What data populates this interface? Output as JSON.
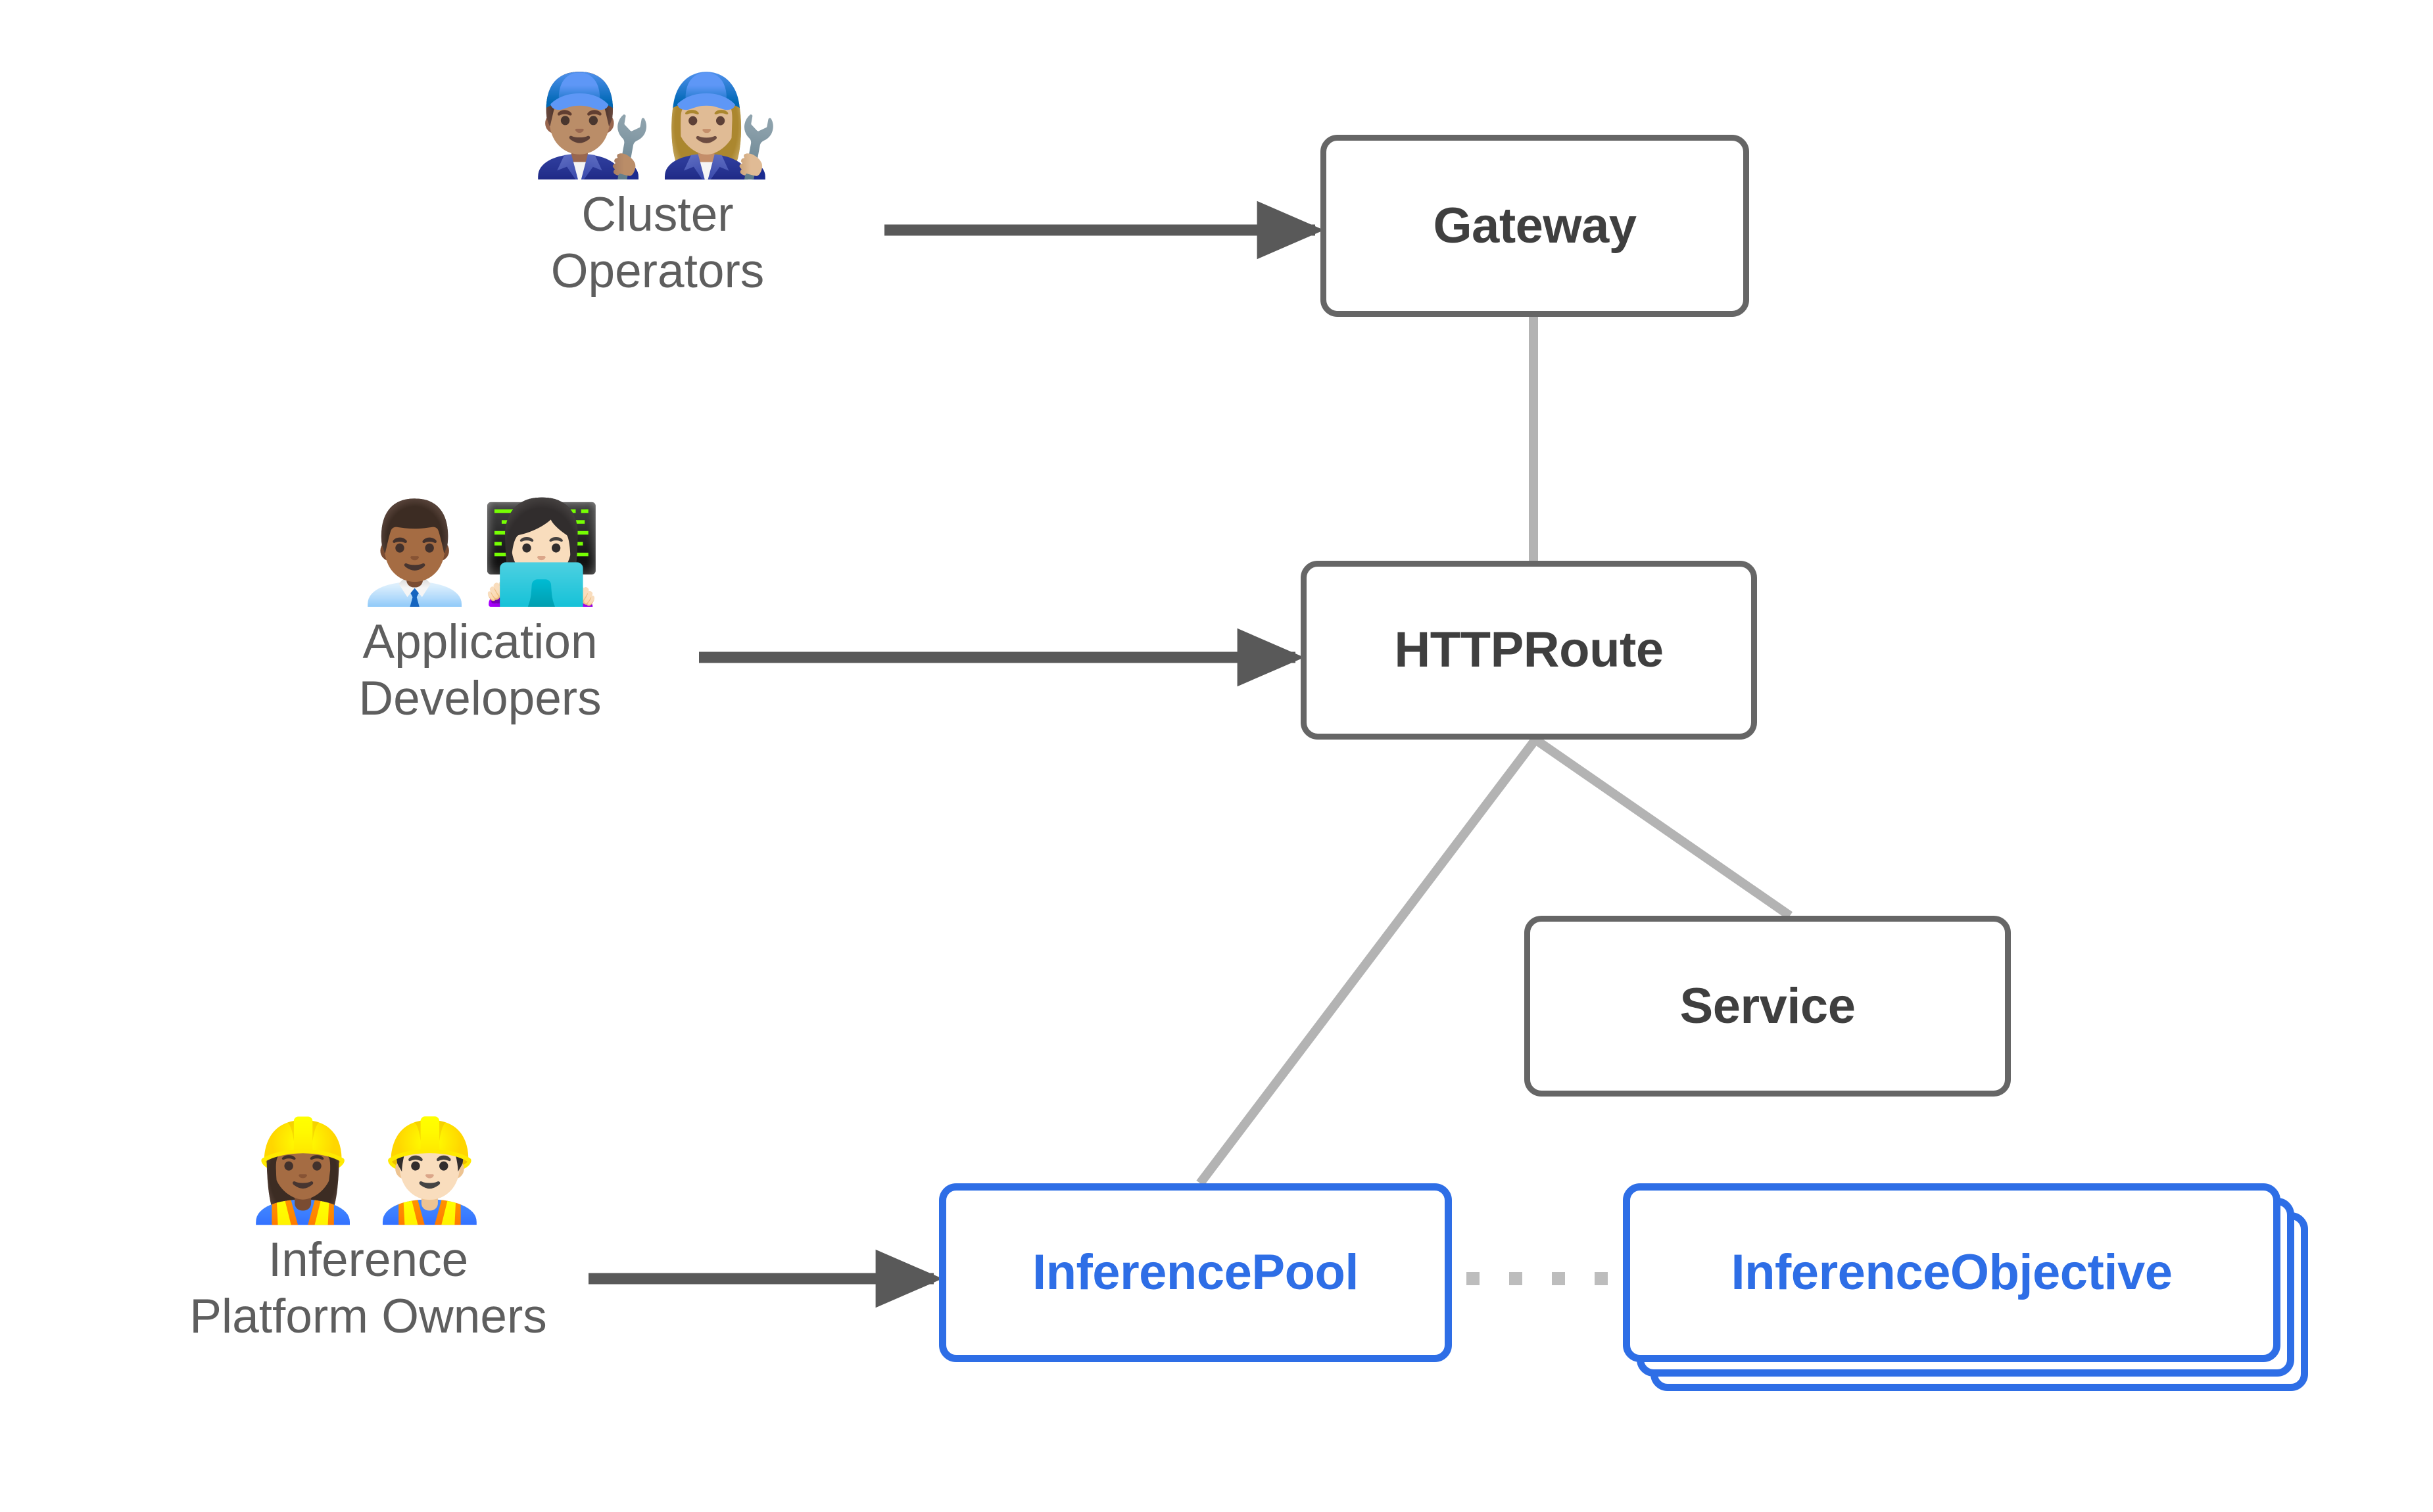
{
  "diagram": {
    "title": "Gateway API Inference Extension resource model",
    "background": "#ffffff",
    "colors": {
      "box_border_gray": "#666666",
      "box_text_gray": "#3f3f3f",
      "box_border_blue": "#2e6ee6",
      "box_text_blue": "#2e6ee6",
      "arrow_gray": "#595959",
      "edge_gray": "#b3b3b3",
      "dotted_gray": "#bdbdbd",
      "persona_text": "#5e5e5e"
    }
  },
  "personas": [
    {
      "id": "cluster-operators",
      "emoji": "👨🏽‍🔧👩🏼‍🔧",
      "emoji_names": "man-mechanic-icon woman-mechanic-icon",
      "label": "Cluster\nOperators",
      "connects_to": "Gateway"
    },
    {
      "id": "application-developers",
      "emoji": "👨🏾‍💼👩🏻‍💻",
      "emoji_names": "man-office-worker-icon woman-technologist-icon",
      "label": "Application\nDevelopers",
      "connects_to": "HTTPRoute"
    },
    {
      "id": "inference-platform-owners",
      "emoji": "👷🏾‍♀️👷🏻‍♂️",
      "emoji_names": "woman-construction-worker-icon man-construction-worker-icon",
      "label": "Inference\nPlatform Owners",
      "connects_to": "InferencePool"
    }
  ],
  "nodes": [
    {
      "id": "gateway",
      "label": "Gateway",
      "style": "gray"
    },
    {
      "id": "httproute",
      "label": "HTTPRoute",
      "style": "gray"
    },
    {
      "id": "service",
      "label": "Service",
      "style": "gray"
    },
    {
      "id": "inferencepool",
      "label": "InferencePool",
      "style": "blue"
    },
    {
      "id": "inferenceobjective",
      "label": "InferenceObjective",
      "style": "blue",
      "stacked": "3"
    }
  ],
  "edges": [
    {
      "from": "cluster-operators",
      "to": "gateway",
      "kind": "arrow"
    },
    {
      "from": "application-developers",
      "to": "httproute",
      "kind": "arrow"
    },
    {
      "from": "inference-platform-owners",
      "to": "inferencepool",
      "kind": "arrow"
    },
    {
      "from": "gateway",
      "to": "httproute",
      "kind": "line"
    },
    {
      "from": "httproute",
      "to": "service",
      "kind": "line"
    },
    {
      "from": "httproute",
      "to": "inferencepool",
      "kind": "line"
    },
    {
      "from": "inferencepool",
      "to": "inferenceobjective",
      "kind": "dotted"
    }
  ]
}
